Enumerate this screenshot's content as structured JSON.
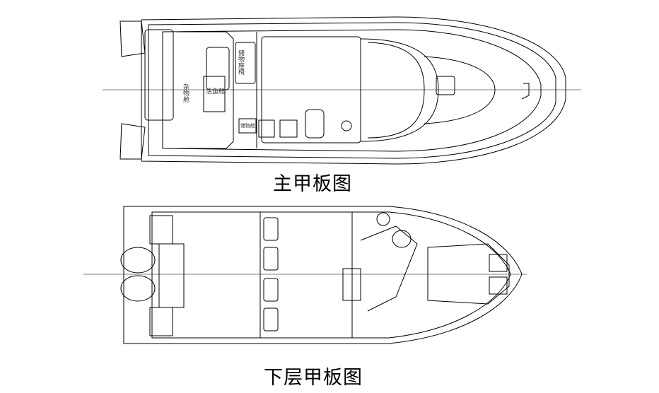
{
  "main_deck": {
    "caption": "主甲板图",
    "labels": {
      "storage_seat": "储物座椅",
      "misc_hold": "杂物舱",
      "live_fish_hold": "活鱼舱",
      "storage_hold": "储物舱"
    }
  },
  "lower_deck": {
    "caption": "下层甲板图"
  }
}
